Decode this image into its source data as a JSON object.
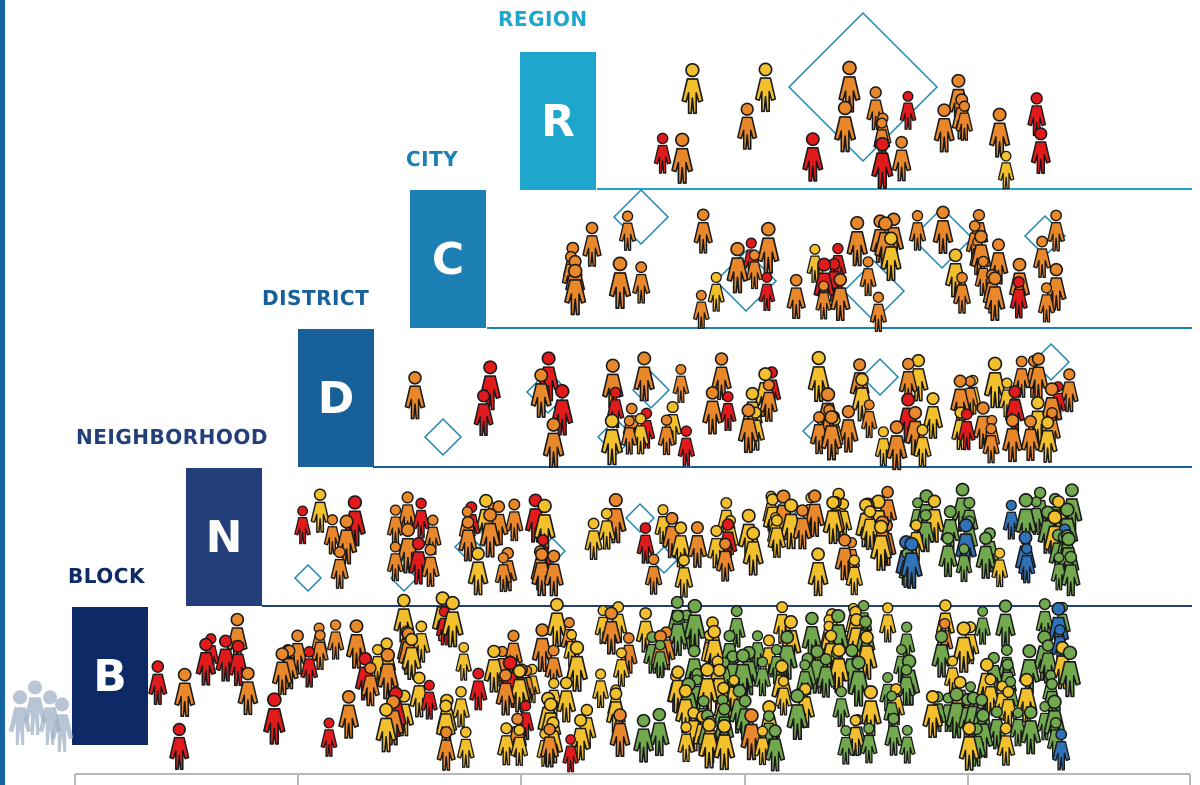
{
  "levels": [
    {
      "key": "block",
      "label": "BLOCK",
      "letter": "B",
      "color": "#0d2a66",
      "label_color": "#0d2a66"
    },
    {
      "key": "neighborhood",
      "label": "NEIGHBORHOOD",
      "letter": "N",
      "color": "#223f7a",
      "label_color": "#223f7a"
    },
    {
      "key": "district",
      "label": "DISTRICT",
      "letter": "D",
      "color": "#17609a",
      "label_color": "#17609a"
    },
    {
      "key": "city",
      "label": "CITY",
      "letter": "C",
      "color": "#1c80b4",
      "label_color": "#1c80b4"
    },
    {
      "key": "region",
      "label": "REGION",
      "letter": "R",
      "color": "#1fa6cc",
      "label_color": "#1fa6cc"
    }
  ],
  "person_colors": {
    "red": "#e31a1c",
    "orange": "#e8882a",
    "yellow": "#f2c02c",
    "green": "#72a84e",
    "blue": "#2f72b8",
    "gray": "#9fb2c8"
  },
  "diamond_color": "#1f86b0",
  "axis_color": "#b8b8b8"
}
